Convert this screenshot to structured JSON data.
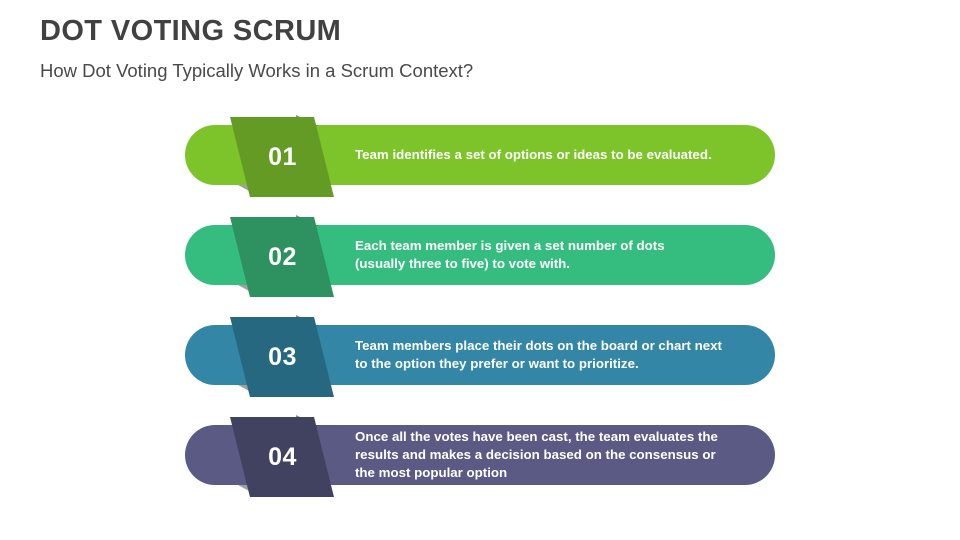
{
  "header": {
    "title": "DOT VOTING SCRUM",
    "subtitle": "How Dot Voting Typically Works in a Scrum Context?",
    "title_color": "#414141",
    "subtitle_color": "#4a4a4a"
  },
  "steps": [
    {
      "number": "01",
      "lines": [
        "Team identifies a set of options or ideas to be evaluated."
      ],
      "bar_color": "#7DC42A",
      "badge_color": "#639B24"
    },
    {
      "number": "02",
      "lines": [
        "Each team member is given a set number of dots",
        "(usually three to five) to vote with."
      ],
      "bar_color": "#35BD7F",
      "badge_color": "#2E9160"
    },
    {
      "number": "03",
      "lines": [
        "Team members place their dots on the board or chart next",
        "to the option they prefer or want to prioritize."
      ],
      "bar_color": "#3386A6",
      "badge_color": "#256880"
    },
    {
      "number": "04",
      "lines": [
        "Once all the votes have been cast, the team evaluates the",
        "results and makes a decision based on the consensus or",
        "the most popular option"
      ],
      "bar_color": "#5B5A85",
      "badge_color": "#414160"
    }
  ],
  "background_color": "#ffffff",
  "text_color": "#ffffff"
}
